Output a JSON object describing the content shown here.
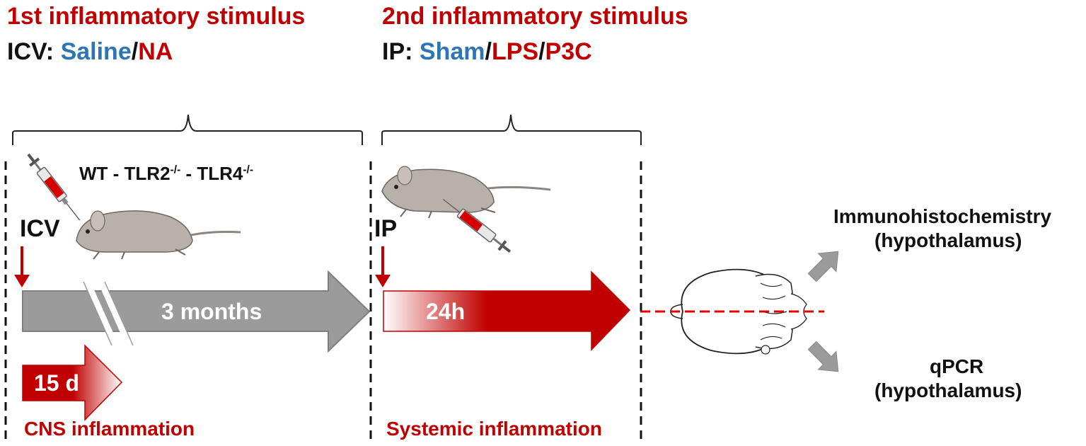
{
  "stimulus1": {
    "heading": "1st inflammatory stimulus",
    "route_prefix": "ICV: ",
    "option_a": "Saline",
    "separator": "/",
    "option_b": "NA"
  },
  "stimulus2": {
    "heading": "2nd inflammatory stimulus",
    "route_prefix": "IP: ",
    "option_a": "Sham",
    "separator_1": "/",
    "option_b": "LPS",
    "separator_2": "/",
    "option_c": "P3C"
  },
  "genotypes": {
    "wt": "WT - TLR2",
    "tlr2_sup": "-/-",
    "mid": " - TLR4",
    "tlr4_sup": "-/-"
  },
  "labels": {
    "icv": "ICV",
    "ip": "IP",
    "duration_long": "3 months",
    "duration_short": "15 d",
    "duration_ip": "24h",
    "cns": "CNS inflammation",
    "systemic": "Systemic inflammation"
  },
  "outcomes": {
    "top_line1": "Immunohistochemistry",
    "top_line2": "(hypothalamus)",
    "bottom_line1": "qPCR",
    "bottom_line2": "(hypothalamus)"
  },
  "colors": {
    "dark_red": "#c00000",
    "blue": "#2e75b6",
    "grey_arrow": "#9b9b9b",
    "mouse_grey": "#b8b0ab"
  },
  "icons": [
    "syringe-icon",
    "mouse-icon",
    "brain-icon",
    "arrow-down-icon"
  ]
}
